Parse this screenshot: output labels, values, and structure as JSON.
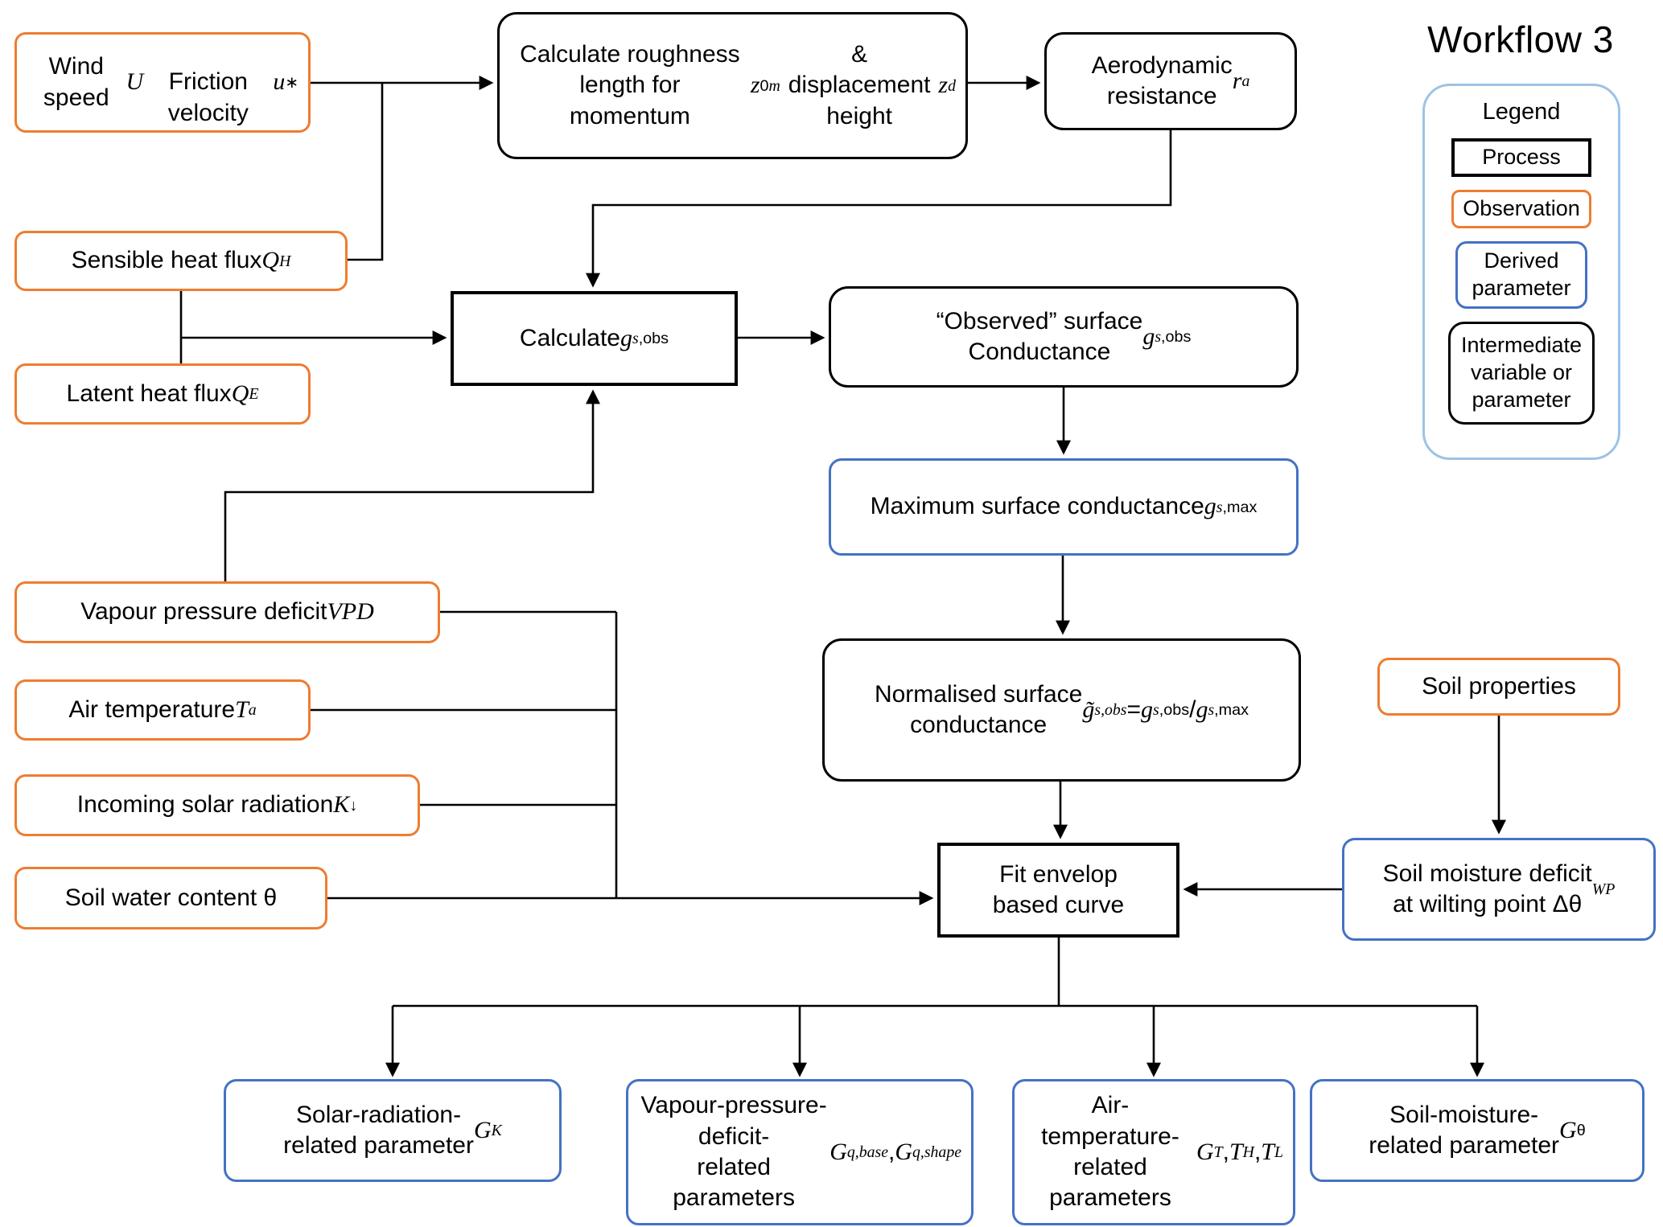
{
  "title": "Workflow 3",
  "colors": {
    "observation": "#ED7D31",
    "derived_parameter": "#4472C4",
    "process": "#000000",
    "intermediate": "#000000",
    "legend_border": "#9DC3E6"
  },
  "legend": {
    "title": "Legend",
    "items": [
      {
        "label": "Process",
        "type": "process"
      },
      {
        "label": "Observation",
        "type": "observation"
      },
      {
        "label": "Derived parameter",
        "type": "derived"
      },
      {
        "label": "Intermediate variable or parameter",
        "type": "intermediate"
      }
    ]
  },
  "nodes": {
    "wind_speed": {
      "type": "observation",
      "html": "Wind speed <i>U</i><br>Friction velocity <i>u</i><sub>∗</sub>"
    },
    "roughness": {
      "type": "intermediate",
      "html": "Calculate roughness length for<br>momentum <i>z</i><sub>0<i>m</i></sub> &amp;<br>displacement height <i>z</i><sub><i>d</i></sub>"
    },
    "aerodynamic": {
      "type": "intermediate",
      "html": "Aerodynamic<br>resistance <i>r</i><sub><i>a</i></sub>"
    },
    "sensible_heat": {
      "type": "observation",
      "html": "Sensible heat flux <i>Q</i><sub><i>H</i></sub>"
    },
    "latent_heat": {
      "type": "observation",
      "html": "Latent heat flux <i>Q</i><sub><i>E</i></sub>"
    },
    "calculate_gs": {
      "type": "process",
      "html": "Calculate <i>g</i><sub><i>s</i>,obs</sub>"
    },
    "observed_cond": {
      "type": "intermediate",
      "html": "“Observed” surface<br>Conductance <i>g</i><sub><i>s</i>,obs</sub>"
    },
    "max_cond": {
      "type": "derived",
      "html": "Maximum surface conductance<br><i>g</i><sub><i>s</i>,max</sub>"
    },
    "normalised_cond": {
      "type": "intermediate",
      "html": "Normalised surface<br>conductance<br><i>g̃</i><sub><i>s,obs</i></sub> = <i>g</i><sub><i>s</i>,obs</sub>/<i>g</i><sub><i>s</i>,max</sub>"
    },
    "vpd": {
      "type": "observation",
      "html": "Vapour pressure deficit <i>VPD</i>"
    },
    "air_temperature": {
      "type": "observation",
      "html": "Air temperature <i>T</i><sub><i>a</i></sub>"
    },
    "solar_radiation": {
      "type": "observation",
      "html": "Incoming solar radiation <i>K</i><sub>↓</sub>"
    },
    "soil_water": {
      "type": "observation",
      "html": "Soil water content θ"
    },
    "fit_curve": {
      "type": "process",
      "html": "Fit envelop<br>based curve"
    },
    "soil_properties": {
      "type": "observation",
      "html": "Soil properties"
    },
    "soil_moisture": {
      "type": "derived",
      "html": "Soil moisture deficit<br>at wilting point Δθ<sub><i>WP</i></sub>"
    },
    "solar_param": {
      "type": "derived",
      "html": "Solar-radiation-<br>related parameter <i>G</i><sub><i>K</i></sub>"
    },
    "vpd_param": {
      "type": "derived",
      "html": "Vapour-pressure-deficit-<br>related parameters<br><i>G</i><sub><i>q,base</i></sub>, <i>G</i><sub><i>q,shape</i></sub>"
    },
    "temp_param": {
      "type": "derived",
      "html": "Air-temperature-<br>related parameters<br><i>G</i><sub><i>T</i></sub>, <i>T</i><sub><i>H</i></sub>, <i>T</i><sub><i>L</i></sub>"
    },
    "soil_param": {
      "type": "derived",
      "html": "Soil-moisture-<br>related parameter <i>G</i><sub>θ</sub>"
    }
  }
}
